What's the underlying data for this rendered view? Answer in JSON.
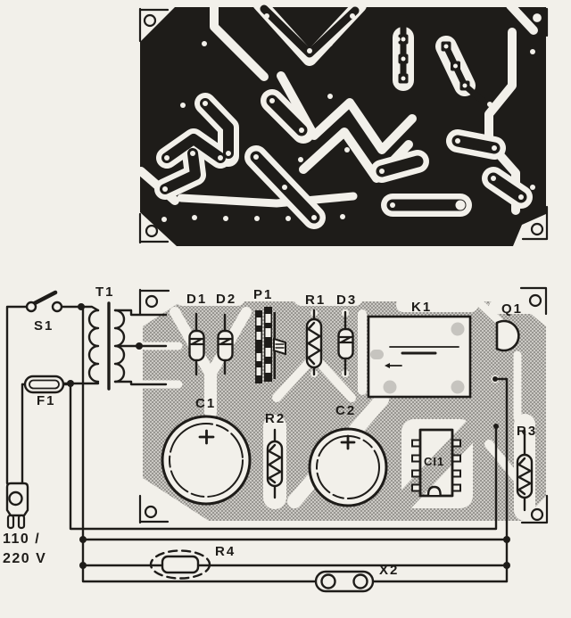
{
  "diagram": {
    "kind": "printed-circuit-board layout, copper side (top) and component side (bottom)",
    "colors": {
      "ink": "#1e1c19",
      "paper": "#f2f0ea",
      "trace_halftone": "#b9b7b2"
    }
  },
  "labels": {
    "t1": "T1",
    "s1": "S1",
    "f1": "F1",
    "d1": "D1",
    "d2": "D2",
    "p1": "P1",
    "r1": "R1",
    "d3": "D3",
    "k1": "K1",
    "q1": "Q1",
    "c1": "C1",
    "r2": "R2",
    "c2": "C2",
    "ci1": "CI1",
    "r3": "R3",
    "r4": "R4",
    "x2": "X2"
  },
  "voltage": {
    "line1": "110 /",
    "line2": "220 V"
  }
}
